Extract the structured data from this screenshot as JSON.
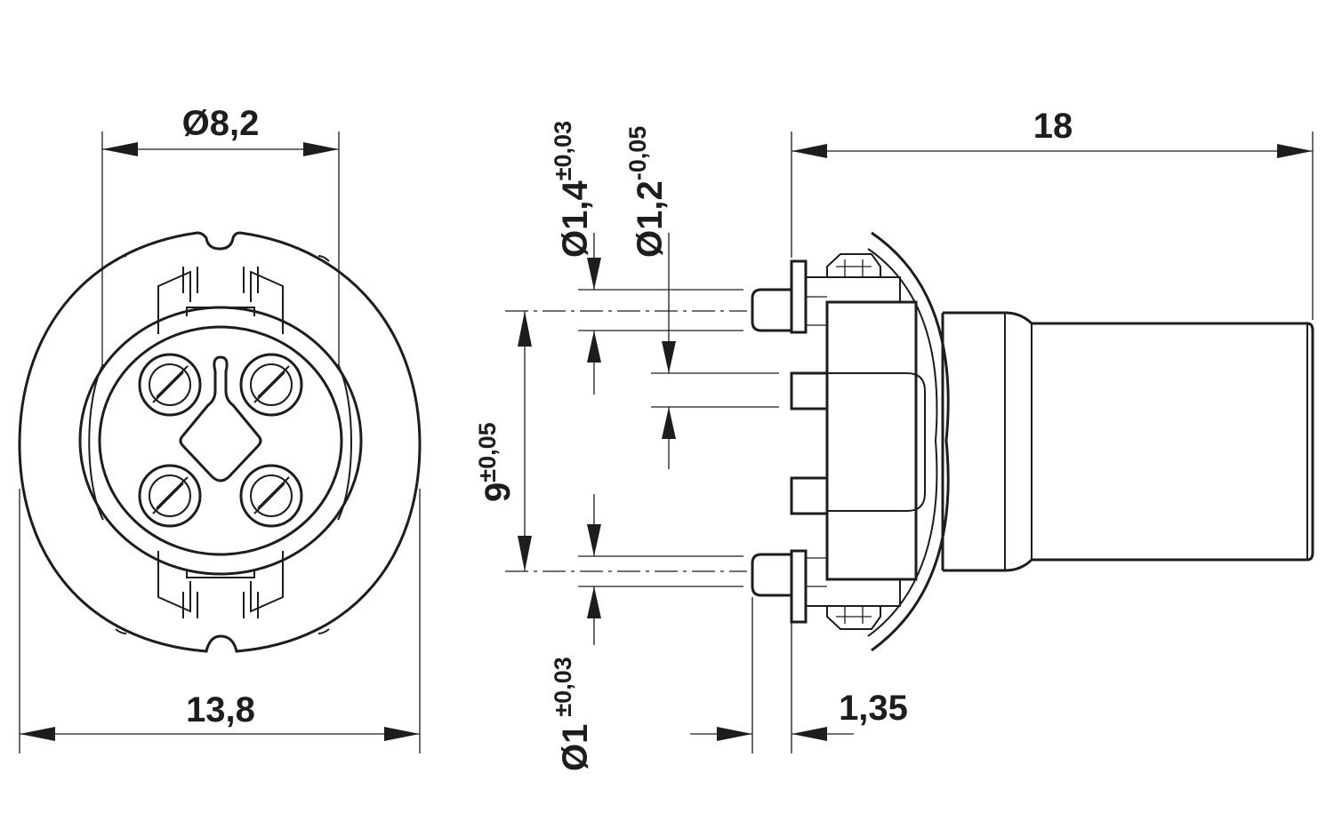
{
  "drawing": {
    "line_color": "#1d1d1b",
    "background": "#ffffff"
  },
  "dimensions": {
    "front_inner_diameter": "Ø8,2",
    "front_outer_width": "13,8",
    "overall_length": "18",
    "offset": "1,35",
    "pin_spacing": {
      "base": "9",
      "tolerance": "±0,05"
    },
    "pin_diameter_large": {
      "base": "Ø1,4",
      "tolerance": "±0,03"
    },
    "pin_diameter_small": {
      "base": "Ø1,2",
      "tolerance": "-0,05"
    },
    "pin_diameter_tip": {
      "base": "Ø1",
      "tolerance": "±0,03"
    }
  }
}
